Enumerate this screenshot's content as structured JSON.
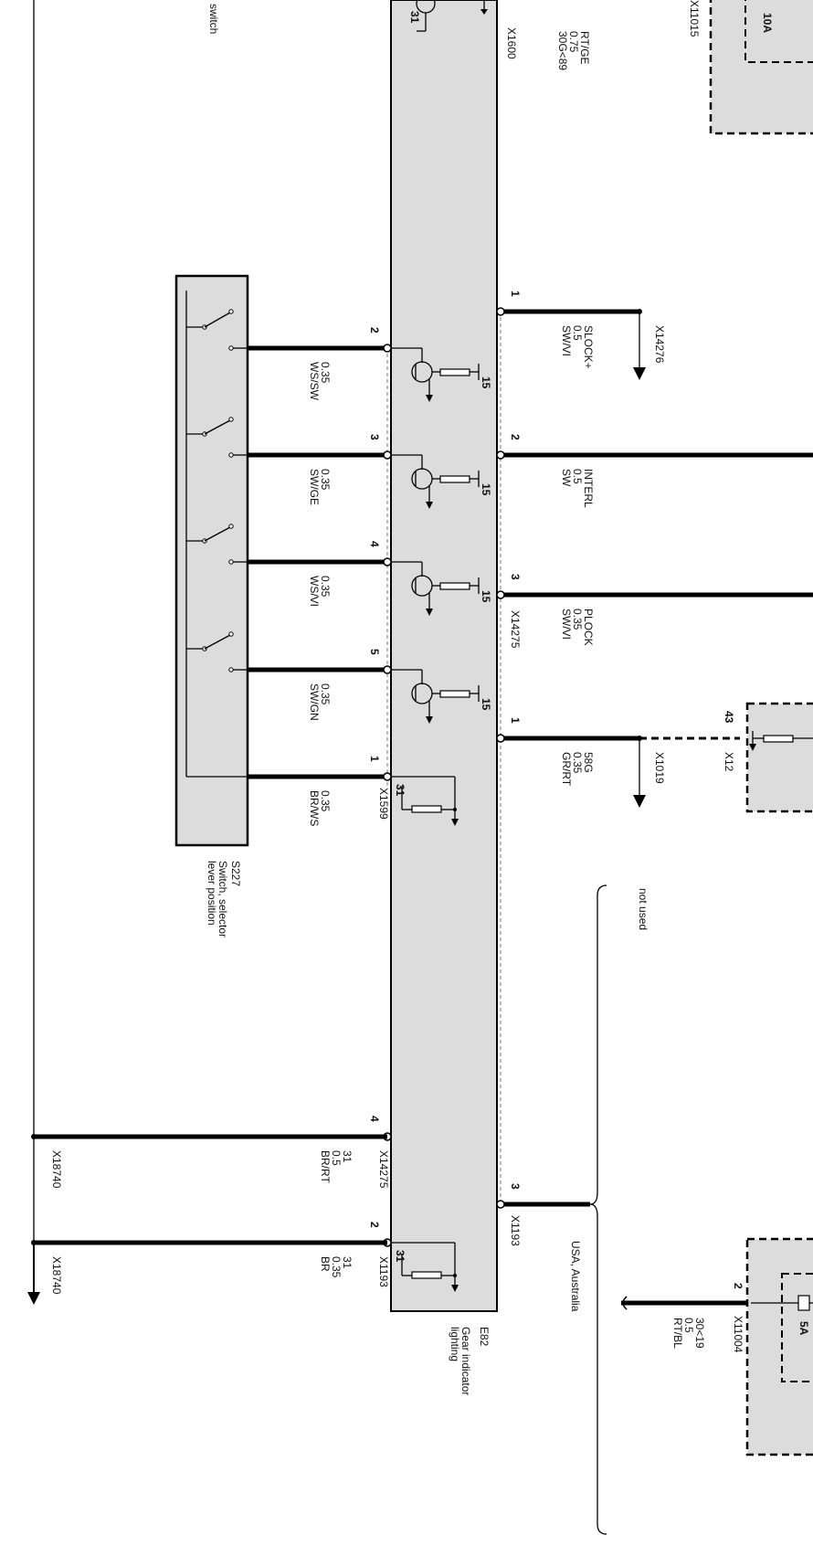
{
  "components": {
    "s227": {
      "id": "S227",
      "name_lines": [
        "Switch, selector",
        "lever position"
      ]
    },
    "e82": {
      "id": "E82",
      "name_lines": [
        "Gear indicator",
        "lighting"
      ]
    },
    "top_left_fragment": "switch"
  },
  "left_pins": [
    {
      "pin": "2",
      "lines": [
        "0.35",
        "WS/SW"
      ]
    },
    {
      "pin": "3",
      "lines": [
        "0.35",
        "SW/GE"
      ]
    },
    {
      "pin": "4",
      "lines": [
        "0.35",
        "WS/VI"
      ]
    },
    {
      "pin": "5",
      "lines": [
        "0.35",
        "SW/GN"
      ]
    },
    {
      "pin": "1",
      "lines": [
        "0.35",
        "BR/WS"
      ],
      "connector": "X1599"
    },
    {
      "pin": "4",
      "lines": [
        "31",
        "0.5",
        "BR/RT"
      ],
      "connector": "X14275"
    },
    {
      "pin": "2",
      "lines": [
        "31",
        "0.35",
        "BR"
      ],
      "connector": "X1193"
    }
  ],
  "right_pins": [
    {
      "pin": "1",
      "lines": [
        "SLOCK+",
        "0.5",
        "SW/VI"
      ],
      "dest": "X14276"
    },
    {
      "pin": "2",
      "lines": [
        "INTERL",
        "0.5",
        "SW"
      ]
    },
    {
      "pin": "3",
      "lines": [
        "PLOCK",
        "0.35",
        "SW/VI"
      ],
      "connector": "X14275"
    },
    {
      "pin": "1",
      "lines": [
        "58G",
        "0.35",
        "GR/RT"
      ],
      "dest": "X1019",
      "dest2": "X12",
      "dest_pin": "43"
    },
    {
      "pin": "3",
      "connector": "X1193"
    }
  ],
  "ground_labels": [
    "31",
    "31",
    "31"
  ],
  "transistor_labels": [
    "15",
    "15",
    "15",
    "15"
  ],
  "top_connectors": {
    "x1600": "X1600",
    "wire_top": [
      "30G<89",
      "0.75",
      "RT/GE"
    ],
    "x11015": "X11015",
    "fuse_top": "10A"
  },
  "fuse_bottom": {
    "connector": "X11004",
    "pin": "2",
    "lines": [
      "30<19",
      "0.5",
      "RT/BL"
    ],
    "rating": "5A"
  },
  "bottom_left": {
    "x18740_a": "X18740",
    "x18740_b": "X18740"
  },
  "notes": {
    "not_used": "not used",
    "usa_australia": "USA, Australia"
  }
}
